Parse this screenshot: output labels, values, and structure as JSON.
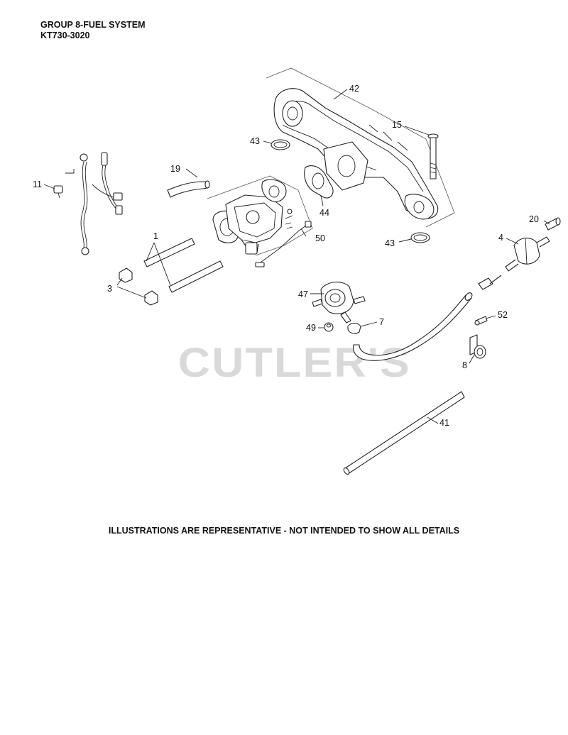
{
  "header": {
    "title": "GROUP 8-FUEL SYSTEM",
    "model": "KT730-3020"
  },
  "footer": {
    "note": "ILLUSTRATIONS ARE REPRESENTATIVE - NOT INTENDED TO SHOW ALL DETAILS"
  },
  "watermark": {
    "text": "CUTLER'S"
  },
  "callouts": {
    "c1": "1",
    "c3": "3",
    "c4": "4",
    "c7": "7",
    "c8": "8",
    "c11": "11",
    "c15": "15",
    "c19": "19",
    "c20": "20",
    "c41": "41",
    "c42": "42",
    "c43a": "43",
    "c43b": "43",
    "c44": "44",
    "c47": "47",
    "c49": "49",
    "c50": "50",
    "c52": "52"
  }
}
